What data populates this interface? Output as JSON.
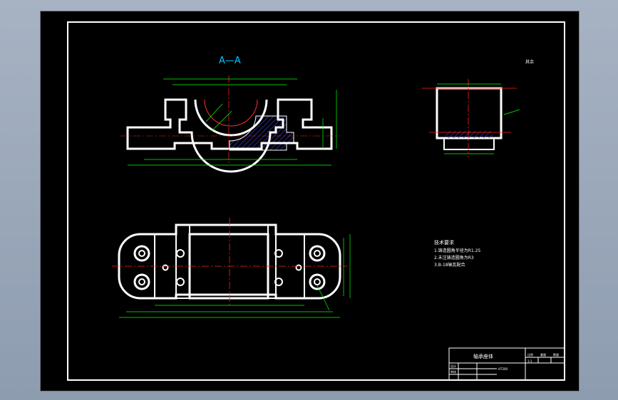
{
  "drawing": {
    "section_label": "A—A",
    "roughness_note": "其余",
    "tech_req": {
      "title": "技术要求",
      "lines": [
        "1.铸造圆角半径为R1.25",
        "2.未注铸造圆角为R3",
        "3.B-18轴瓦配合"
      ]
    },
    "title_block": {
      "name": "轴承座体",
      "material": "HT200",
      "scale": "1:1",
      "cells": [
        "设计",
        "审核",
        "比例",
        "重量",
        "数量"
      ]
    }
  },
  "colors": {
    "outline": "#ffffff",
    "dimension": "#00ff00",
    "center": "#ff0000",
    "hatch": "#3838c8",
    "label": "#00c8ff"
  }
}
